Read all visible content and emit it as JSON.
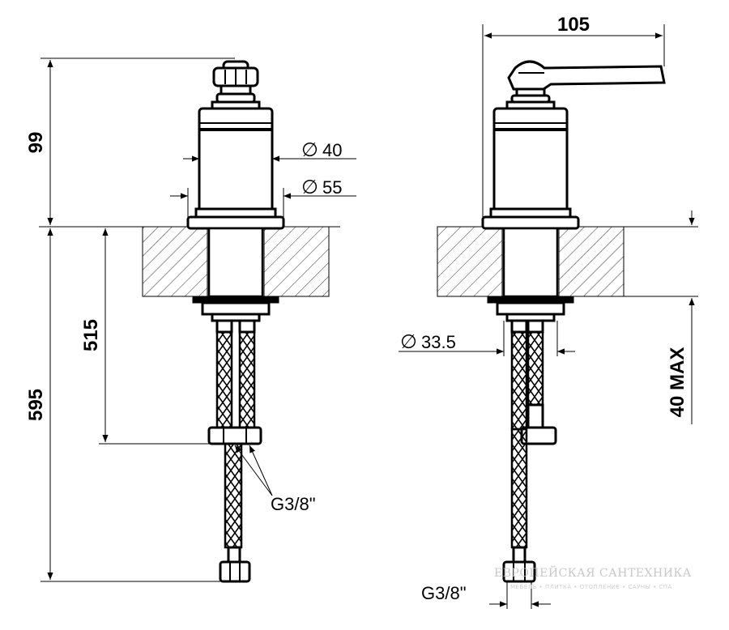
{
  "dimensions": {
    "height_above_deck": "99",
    "total_length": "595",
    "flexible_hose_length": "515",
    "body_diameter": "40",
    "flange_diameter": "55",
    "shank_diameter": "33.5",
    "spout_reach": "105",
    "max_deck_thickness": "40 MAX",
    "connection_thread_front": "G3/8\"",
    "connection_thread_side": "G3/8\""
  },
  "symbols": {
    "diameter": "∅"
  },
  "watermark": {
    "brand": "ЕВРОПЕЙСКАЯ САНТЕХНИКА",
    "tagline": "МЕБЕЛЬ • ПЛИТКА • ОТОПЛЕНИЕ • САУНЫ • СПА"
  }
}
